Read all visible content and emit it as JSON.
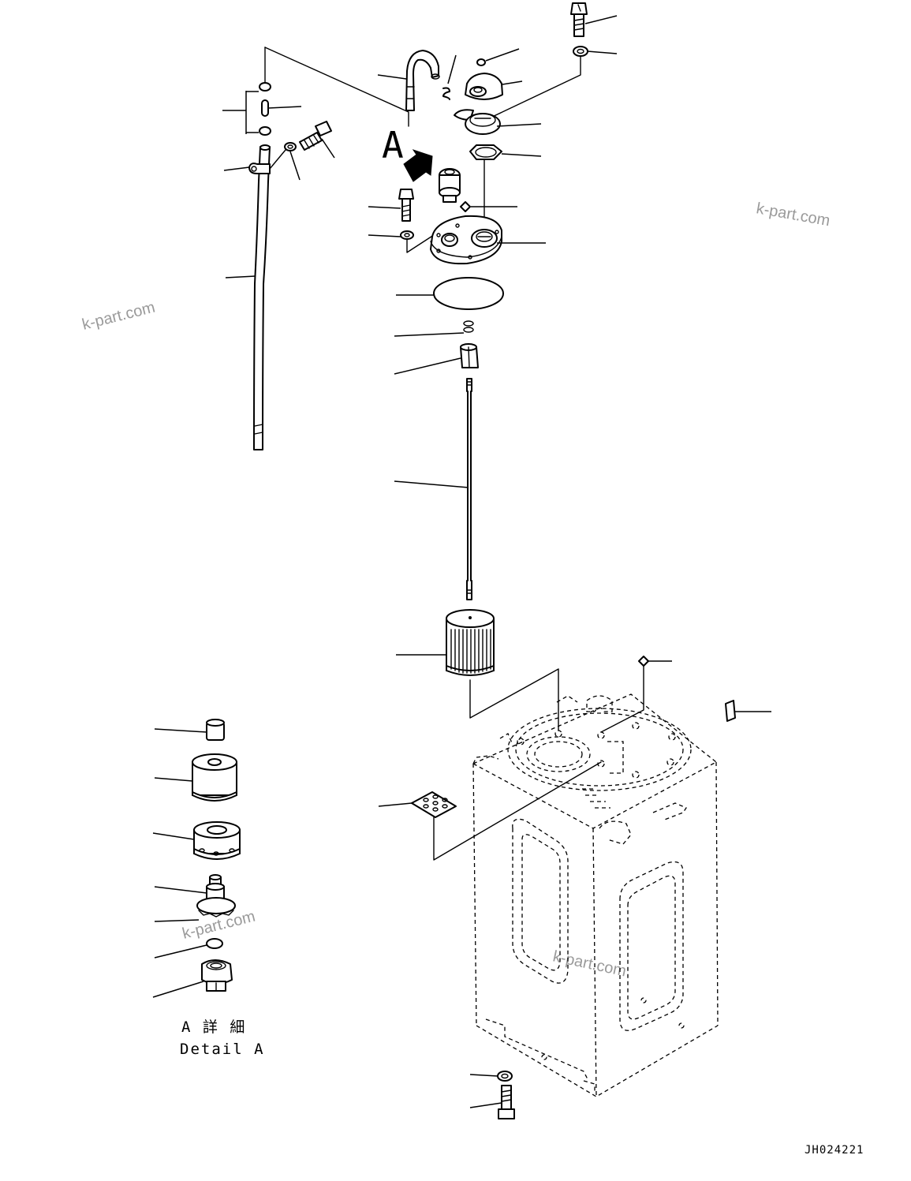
{
  "diagram": {
    "view_label": "A",
    "detail_label_jp": "A 詳 細",
    "detail_label_en": "Detail A",
    "drawing_number": "JH024221",
    "watermarks": [
      "k-part.com",
      "k-part.com",
      "k-part.com",
      "k-part.com"
    ]
  },
  "colors": {
    "line": "#000000",
    "background": "#ffffff",
    "watermark": "#9a9a9a"
  }
}
